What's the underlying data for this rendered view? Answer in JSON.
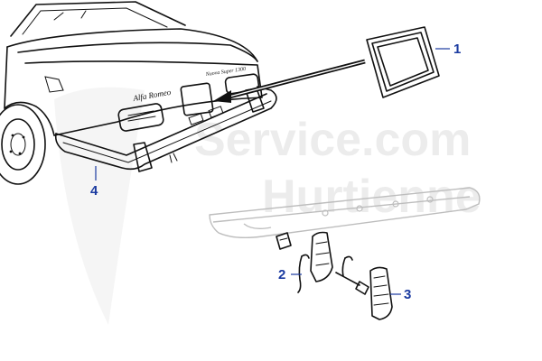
{
  "watermark": {
    "line1": "Service.com",
    "line2": "Hurtienne"
  },
  "callouts": [
    {
      "id": "1",
      "label": "1"
    },
    {
      "id": "2",
      "label": "2"
    },
    {
      "id": "3",
      "label": "3"
    },
    {
      "id": "4",
      "label": "4"
    }
  ],
  "badge_text": {
    "model_script": "Alfa Romeo",
    "model_right": "Nuova Super 1300"
  },
  "colors": {
    "callout": "#1a3aa0",
    "linework": "#111111",
    "ghost_bumper": "#bdbdbd",
    "watermark": "#000000",
    "background": "#ffffff"
  }
}
